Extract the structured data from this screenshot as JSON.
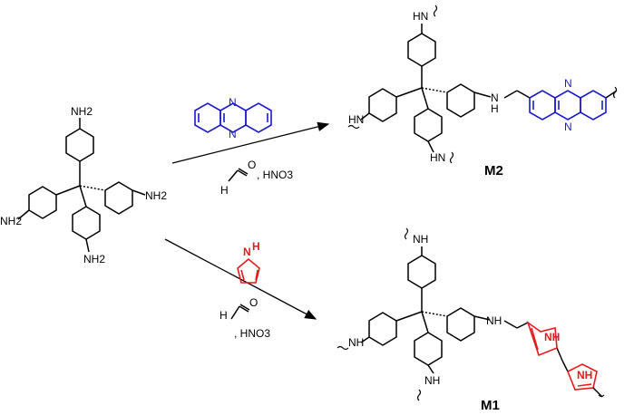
{
  "reactant": {
    "labels": [
      "NH2",
      "NH2",
      "NH2",
      "NH2"
    ]
  },
  "reagents_top": {
    "formaldehyde_h": "H",
    "formaldehyde_o": "O",
    "acid": ", HNO3"
  },
  "reagents_bottom": {
    "pyrrole_nh": "H",
    "pyrrole_n": "N",
    "formaldehyde_h": "H",
    "formaldehyde_o": "O",
    "acid": ", HNO3"
  },
  "products": {
    "m2": {
      "label": "M2",
      "amine": "HN",
      "link": "H",
      "link_n": "N",
      "phenazine_n1": "N",
      "phenazine_n2": "N"
    },
    "m1": {
      "label": "M1",
      "amine": "NH",
      "pyrrole_nh_1": "NH",
      "pyrrole_nh_2": "NH"
    }
  },
  "colors": {
    "phenazine": "#1a1acc",
    "pyrrole": "#e41a1c",
    "bonds": "#000000"
  }
}
